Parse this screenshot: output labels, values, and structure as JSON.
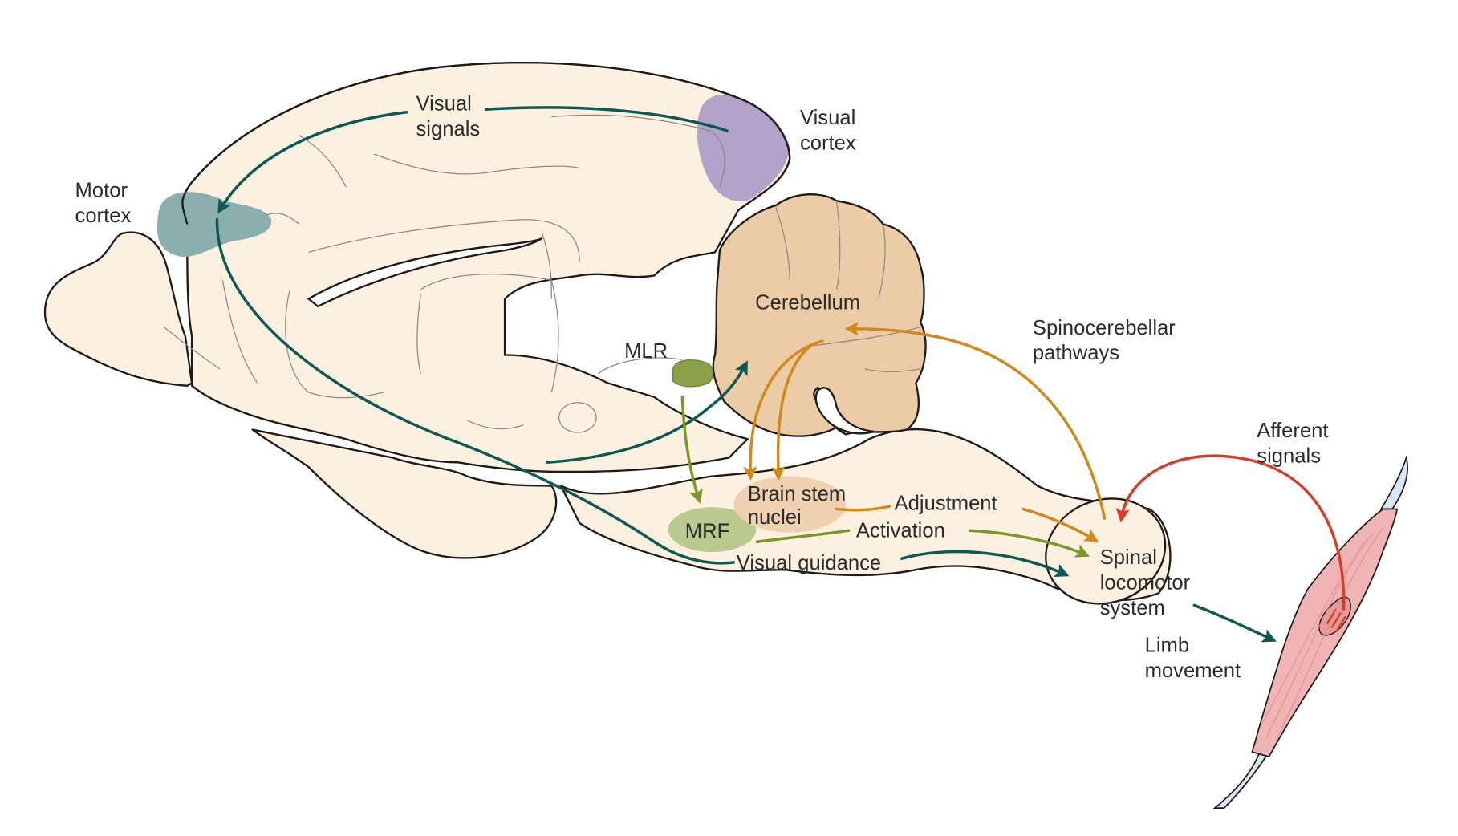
{
  "diagram": {
    "type": "neuroanatomy-pathway",
    "subject": "Locomotor control pathways in the brain",
    "colors": {
      "brain_fill": "#fcf0e0",
      "outline": "#1e1a18",
      "visual_pathway": "#0d5a52",
      "mlr_pathway": "#7c9628",
      "cerebellar_pathway": "#d08a1c",
      "afferent_pathway": "#d93a2a",
      "motor_cortex": "#8aafae",
      "visual_cortex": "#b3a2c9",
      "cerebellum": "#ebcca6",
      "brain_stem_nuclei": "#efd0b0",
      "mlr": "#8aa049",
      "mrf": "#b9c98f",
      "muscle": "#f1b4b4",
      "tendon": "#d8e6f2"
    },
    "labels": {
      "visual_signals": [
        "Visual",
        "signals"
      ],
      "visual_cortex": [
        "Visual",
        "cortex"
      ],
      "motor_cortex": [
        "Motor",
        "cortex"
      ],
      "cerebellum": "Cerebellum",
      "mlr": "MLR",
      "spinocerebellar": [
        "Spinocerebellar",
        "pathways"
      ],
      "brain_stem_nuclei": [
        "Brain stem",
        "nuclei"
      ],
      "adjustment": "Adjustment",
      "mrf": "MRF",
      "activation": "Activation",
      "visual_guidance": "Visual guidance",
      "spinal_locomotor": [
        "Spinal",
        "locomotor",
        "system"
      ],
      "afferent_signals": [
        "Afferent",
        "signals"
      ],
      "limb_movement": [
        "Limb",
        "movement"
      ]
    },
    "pathways": [
      {
        "from": "Visual cortex",
        "to": "Motor cortex",
        "label": "Visual signals",
        "color": "visual_pathway"
      },
      {
        "from": "Motor cortex",
        "to": "Spinal locomotor system",
        "label": "Visual guidance",
        "color": "visual_pathway"
      },
      {
        "from": "Motor cortex",
        "to": "Cerebellum",
        "color": "visual_pathway"
      },
      {
        "from": "MLR",
        "to": "MRF",
        "color": "mlr_pathway"
      },
      {
        "from": "MRF",
        "to": "Spinal locomotor system",
        "label": "Activation",
        "color": "mlr_pathway"
      },
      {
        "from": "Cerebellum",
        "to": "Brain stem nuclei",
        "color": "cerebellar_pathway"
      },
      {
        "from": "Brain stem nuclei",
        "to": "Spinal locomotor system",
        "label": "Adjustment",
        "color": "cerebellar_pathway"
      },
      {
        "from": "Spinal locomotor system",
        "to": "Cerebellum",
        "label": "Spinocerebellar pathways",
        "color": "cerebellar_pathway"
      },
      {
        "from": "Spinal locomotor system",
        "to": "Muscle",
        "label": "Limb movement",
        "color": "visual_pathway"
      },
      {
        "from": "Muscle",
        "to": "Spinal locomotor system",
        "label": "Afferent signals",
        "color": "afferent_pathway"
      }
    ]
  }
}
